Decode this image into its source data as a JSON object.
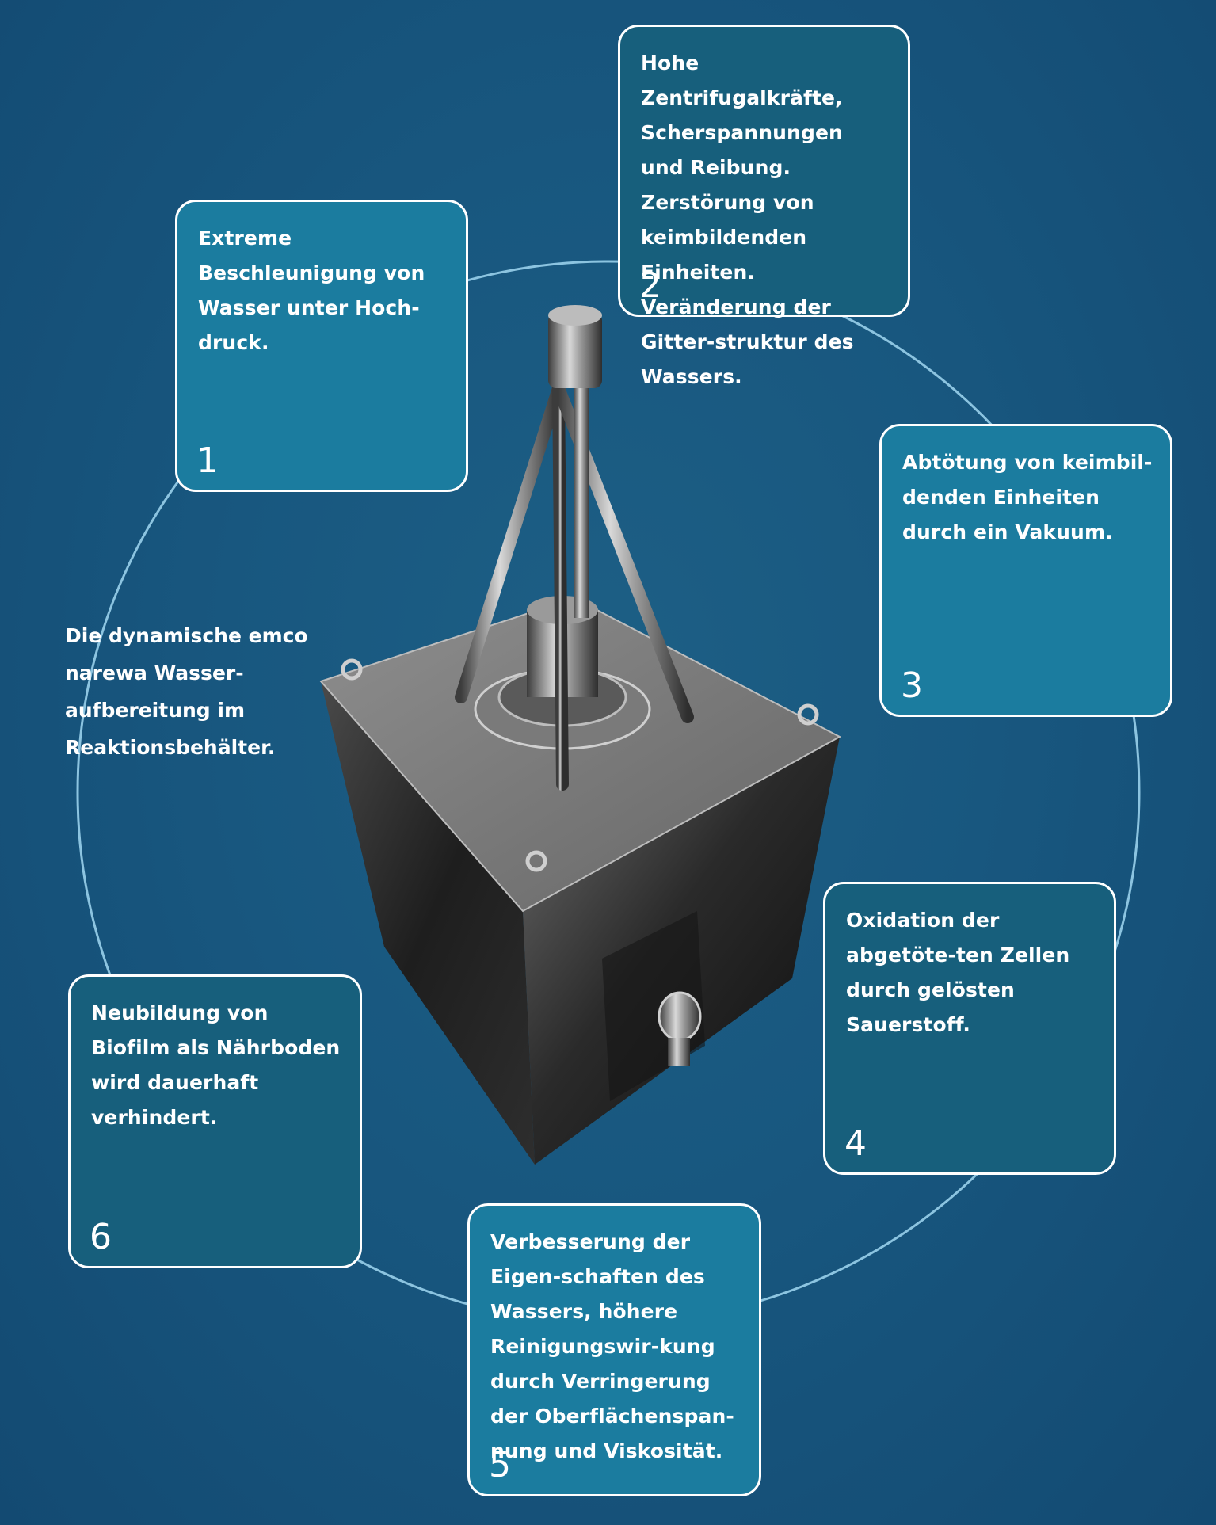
{
  "intro": "Die dynamische emco narewa Wasser-aufbereitung im Reaktionsbehälter.",
  "steps": [
    {
      "number": "1",
      "text": "Extreme Beschleunigung von Wasser unter Hoch-druck."
    },
    {
      "number": "2",
      "text": "Hohe Zentrifugalkräfte, Scherspannungen und Reibung. Zerstörung von keimbildenden Einheiten. Veränderung der Gitter-struktur des Wassers."
    },
    {
      "number": "3",
      "text": "Abtötung von keimbil-denden Einheiten durch ein Vakuum."
    },
    {
      "number": "4",
      "text": "Oxidation der abgetöte-ten Zellen durch gelösten Sauerstoff."
    },
    {
      "number": "5",
      "text": "Verbesserung der Eigen-schaften des Wassers, höhere Reinigungswir-kung durch Verringerung der Oberflächenspan-nung und Viskosität."
    },
    {
      "number": "6",
      "text": "Neubildung von Biofilm als Nährboden wird dauerhaft verhindert."
    }
  ],
  "colors": {
    "background": "#18577f",
    "box_teal": "#1b7c9f",
    "box_dark": "#175f7c",
    "ring": "#8cc4e0",
    "border": "#ffffff"
  }
}
